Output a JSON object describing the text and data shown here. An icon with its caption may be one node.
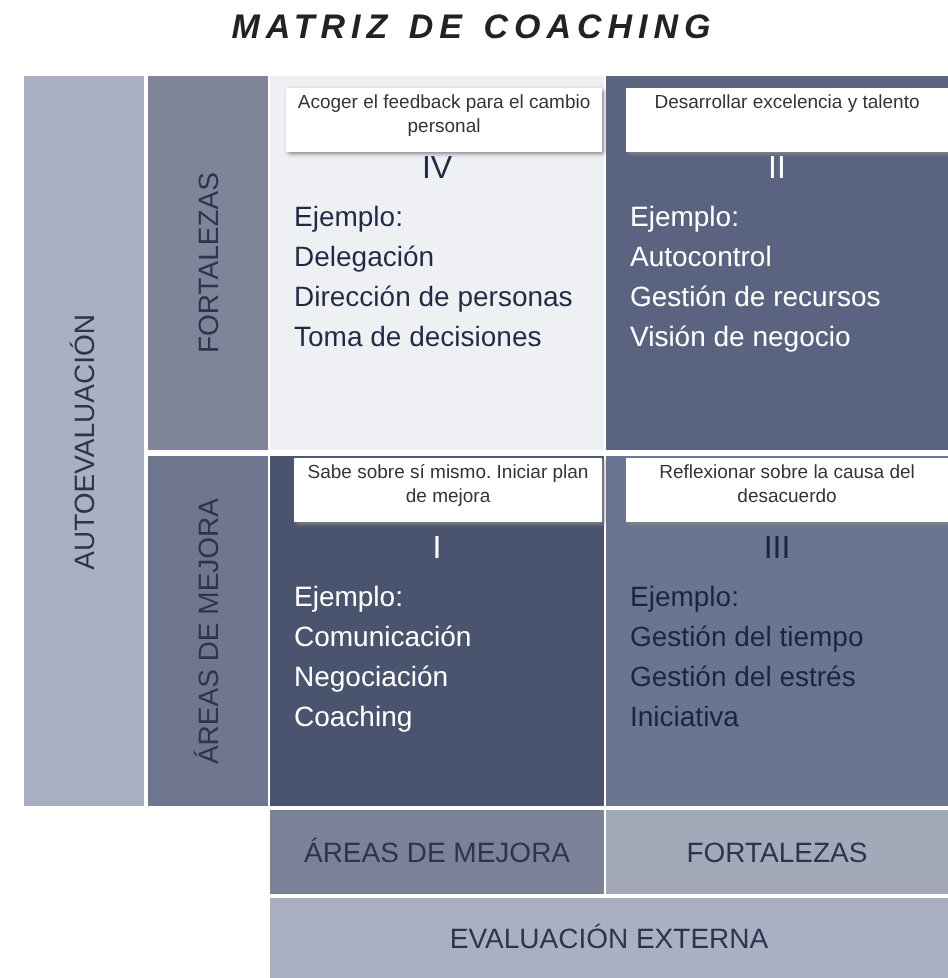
{
  "diagram": {
    "title": "MATRIZ DE COACHING",
    "nodes": [
      {
        "text": [
          "AUTOEVALUACIÓN"
        ]
      },
      {
        "text": [
          "FORTALEZAS"
        ]
      },
      {
        "text": [
          "IV",
          "Ejemplo:",
          "Delegación",
          "Dirección de personas",
          "Toma de decisiones"
        ]
      },
      {
        "text": [
          "Acoger el feedback para el cambio personal"
        ],
        "in": 2
      },
      {
        "text": [
          "II",
          "Ejemplo:",
          "Autocontrol",
          "Gestión de recursos",
          "Visión de negocio"
        ]
      },
      {
        "text": [
          "Desarrollar excelencia y talento"
        ],
        "in": 4
      },
      {
        "text": [
          "ÁREAS DE MEJORA"
        ]
      },
      {
        "text": [
          "I",
          "Ejemplo:",
          "Comunicación",
          "Negociación",
          "Coaching"
        ]
      },
      {
        "text": [
          "Sabe sobre sí mismo. Iniciar plan de mejora"
        ],
        "in": 7
      },
      {
        "text": [
          "III",
          "Ejemplo:",
          "Gestión del tiempo",
          "Gestión del estrés",
          "Iniciativa"
        ]
      },
      {
        "text": [
          "Reflexionar sobre la causa del desacuerdo"
        ],
        "in": 9
      },
      {
        "text": [
          "ÁREAS DE MEJORA"
        ]
      },
      {
        "text": [
          "FORTALEZAS"
        ]
      },
      {
        "text": [
          "EVALUACIÓN EXTERNA"
        ]
      }
    ],
    "edges": []
  }
}
